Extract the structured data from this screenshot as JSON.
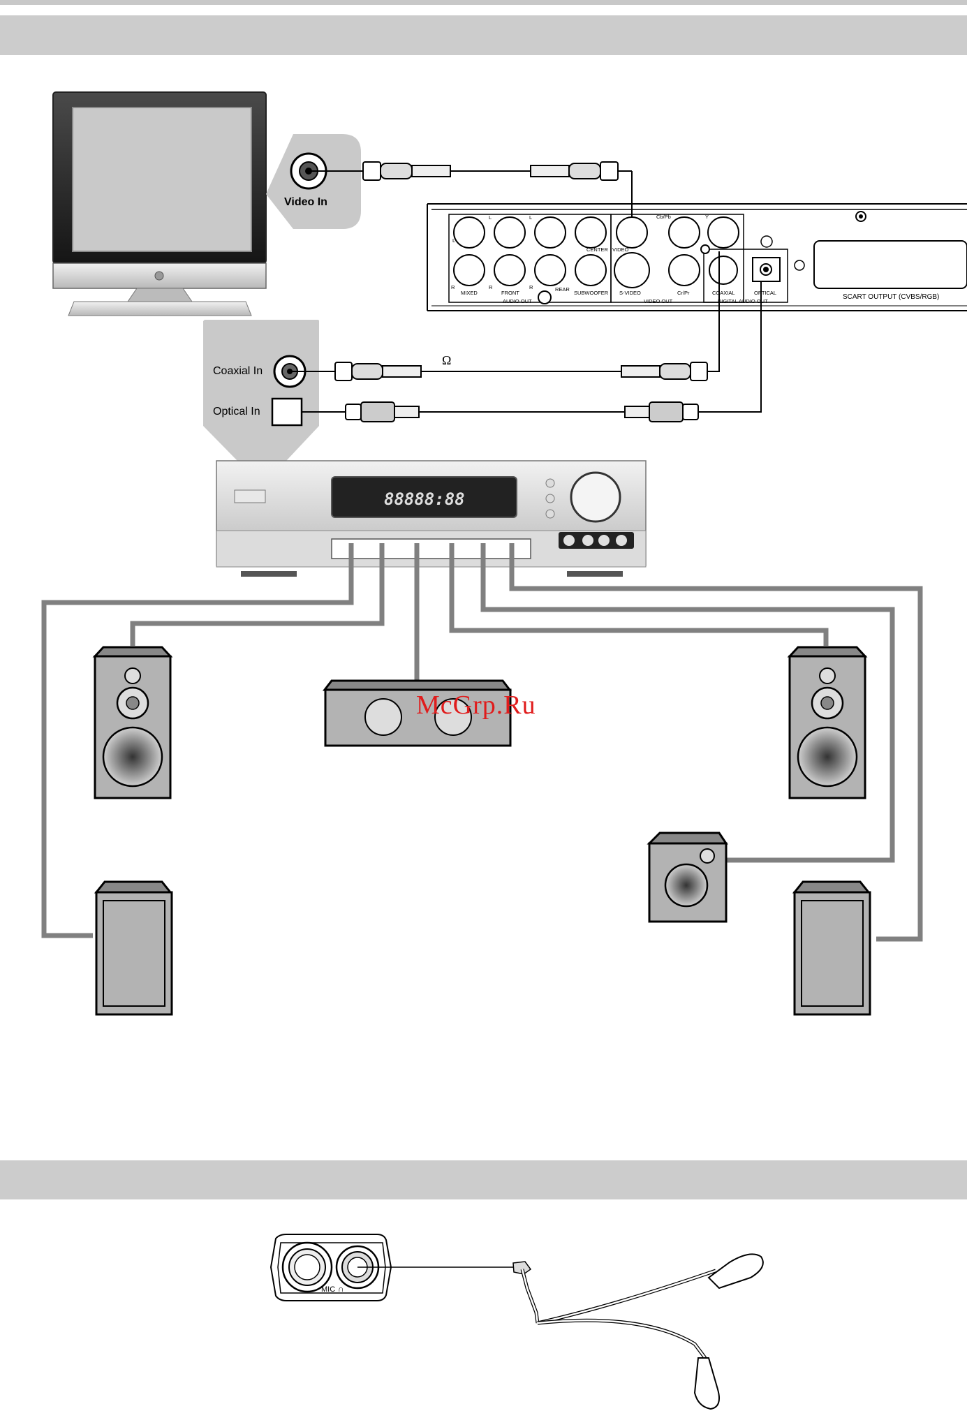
{
  "tv": {
    "jack_label": "Video In"
  },
  "receiver": {
    "coaxial_label": "Coaxial In",
    "optical_label": "Optical In",
    "display_text": "88888:88"
  },
  "cable": {
    "omega_symbol": "Ω"
  },
  "dvd_panel": {
    "labels": {
      "l1": "L",
      "l2": "L",
      "l3": "L",
      "cbpb": "Cb/Pb",
      "y": "Y",
      "center": "CENTER",
      "video": "VIDEO",
      "r1": "R",
      "r2": "R",
      "r3": "R",
      "mixed": "MIXED",
      "front": "FRONT",
      "rear": "REAR",
      "subwoofer": "SUBWOOFER",
      "svideo": "S-VIDEO",
      "crpr": "Cr/Pr",
      "coaxial": "COAXIAL",
      "optical": "OPTICAL",
      "audio_out": "AUDIO OUT",
      "video_out": "VIDEO OUT",
      "digital_audio_out": "DIGITAL AUDIO OUT",
      "scart": "SCART OUTPUT (CVBS/RGB)"
    }
  },
  "headphone_panel": {
    "mic_label": "MIC",
    "headphone_symbol": "∩"
  },
  "watermark": "McGrp.Ru",
  "colors": {
    "band": "#cccccc",
    "wire": "#808080",
    "speaker_fill": "#b3b3b3",
    "watermark": "#e01c1c"
  }
}
